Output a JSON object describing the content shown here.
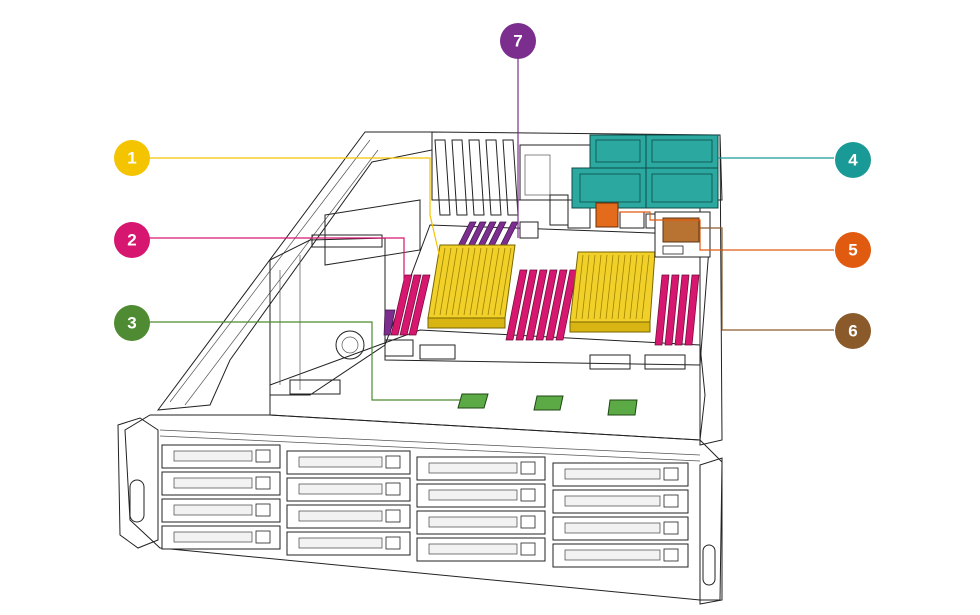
{
  "callouts": [
    {
      "label": "1",
      "color": "#F5C400"
    },
    {
      "label": "2",
      "color": "#D6166F"
    },
    {
      "label": "3",
      "color": "#4E8B32"
    },
    {
      "label": "4",
      "color": "#1A9A97"
    },
    {
      "label": "5",
      "color": "#E05A10"
    },
    {
      "label": "6",
      "color": "#8B5A2B"
    },
    {
      "label": "7",
      "color": "#7B2E8E"
    }
  ],
  "highlight_colors": {
    "heatsink": "#F2D02A",
    "dimm": "#D6166F",
    "dimm_alt": "#7B2E8E",
    "chip": "#5BAA45",
    "fan_cage": "#2BA8A0",
    "copper": "#B87333",
    "orange_part": "#E46A1C"
  }
}
